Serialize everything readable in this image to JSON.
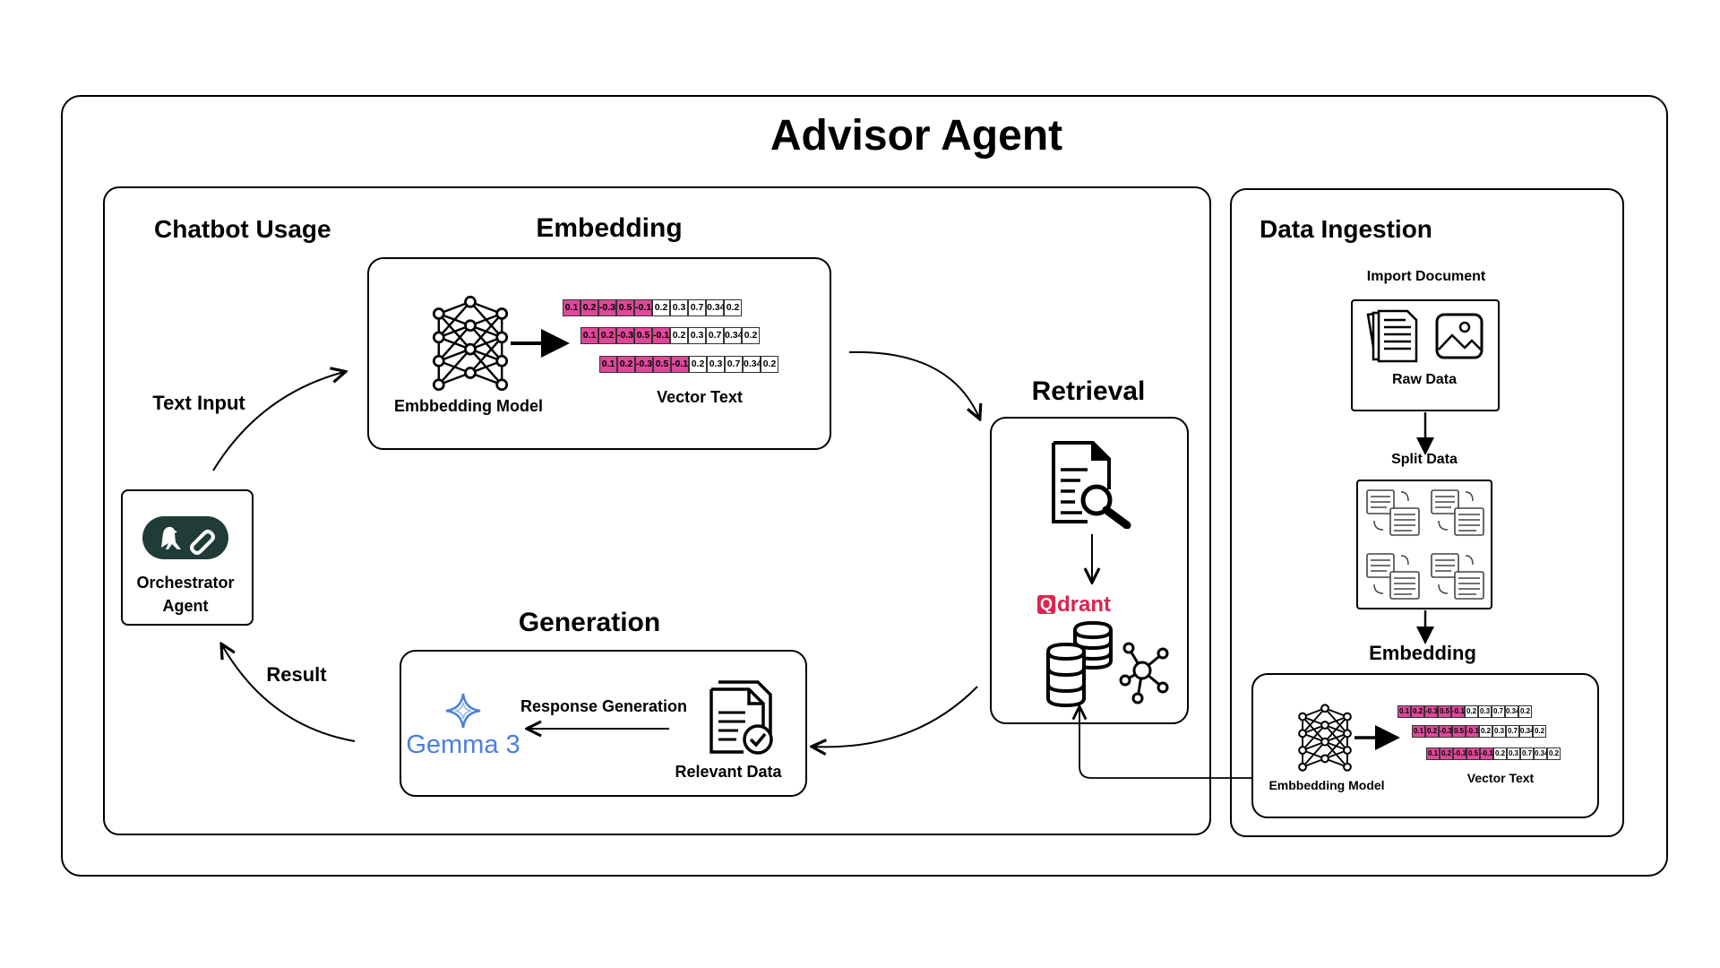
{
  "title": "Advisor Agent",
  "chatbot": {
    "title": "Chatbot Usage",
    "text_input": "Text Input",
    "result": "Result",
    "orchestrator": {
      "line1": "Orchestrator",
      "line2": "Agent"
    }
  },
  "embedding": {
    "title": "Embedding",
    "model_label": "Embbedding Model",
    "vector_label": "Vector Text"
  },
  "vector_values": [
    "0.1",
    "0.2",
    "-0.3",
    "0.5",
    "-0.1",
    "0.2",
    "0.3",
    "0.7",
    "0.34",
    "0.2"
  ],
  "retrieval": {
    "title": "Retrieval",
    "db_brand": "drant",
    "db_brand_mark": "Q"
  },
  "generation": {
    "title": "Generation",
    "response": "Response Generation",
    "relevant": "Relevant Data",
    "model": "Gemma 3"
  },
  "ingestion": {
    "title": "Data Ingestion",
    "import": "Import Document",
    "raw": "Raw Data",
    "split": "Split Data",
    "embedding_title": "Embedding",
    "model_label": "Embbedding Model",
    "vector_label": "Vector Text"
  },
  "colors": {
    "vector_highlight": "#e0479a",
    "qdrant": "#dc244c",
    "gemma": "#4a7fe0",
    "orchestrator_bg": "#1f3d36"
  }
}
